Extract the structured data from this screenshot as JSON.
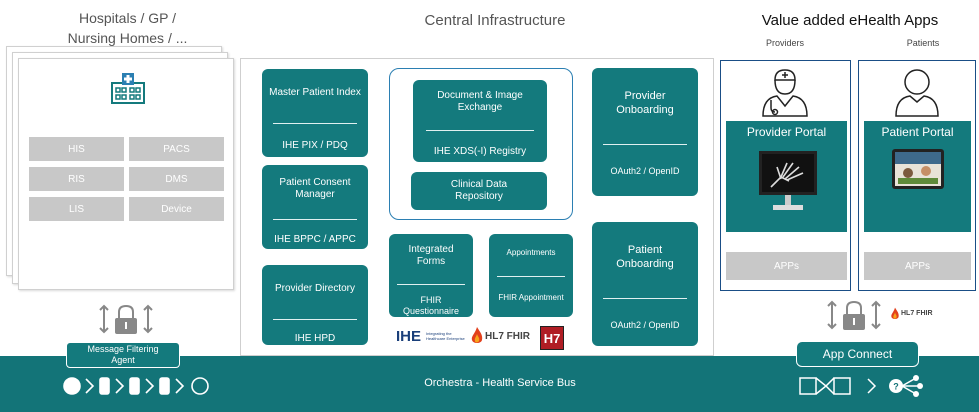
{
  "headers": {
    "hospitals": "Hospitals / GP / Nursing Homes / ...",
    "central": "Central Infrastructure",
    "value_added": "Value added eHealth Apps",
    "providers": "Providers",
    "patients": "Patients"
  },
  "hospital_systems": [
    "HIS",
    "PACS",
    "RIS",
    "DMS",
    "LIS",
    "Device"
  ],
  "central_boxes": {
    "mpi_title": "Master Patient Index",
    "mpi_sub": "IHE PIX / PDQ",
    "consent_title": "Patient Consent Manager",
    "consent_sub": "IHE BPPC / APPC",
    "provider_dir_title": "Provider Directory",
    "provider_dir_sub": "IHE HPD",
    "doc_title": "Document & Image Exchange",
    "doc_sub": "IHE XDS(-I) Registry",
    "clinical_title": "Clinical Data Repository",
    "forms_title": "Integrated Forms",
    "forms_sub": "FHIR Questionnaire",
    "appt_title": "Appointments",
    "appt_sub": "FHIR Appointment",
    "prov_onb_title": "Provider Onboarding",
    "prov_onb_sub": "OAuth2 / OpenID",
    "pat_onb_title": "Patient Onboarding",
    "pat_onb_sub": "OAuth2 / OpenID"
  },
  "logos": {
    "ihe": "IHE",
    "ihe_small": "Integrating the Healthcare Enterprise",
    "hl7fhir": "HL7 FHIR",
    "hl7": "H7"
  },
  "apps": {
    "provider_portal": "Provider Portal",
    "patient_portal": "Patient Portal",
    "apps_label": "APPs"
  },
  "bus": {
    "label": "Orchestra - Health Service Bus",
    "message_filter": "Message Filtering Agent",
    "app_connect": "App Connect"
  },
  "colors": {
    "teal": "#147a7d",
    "bus": "#137478",
    "grey": "#c8c8c8",
    "blue_border": "#2b7fb2"
  }
}
